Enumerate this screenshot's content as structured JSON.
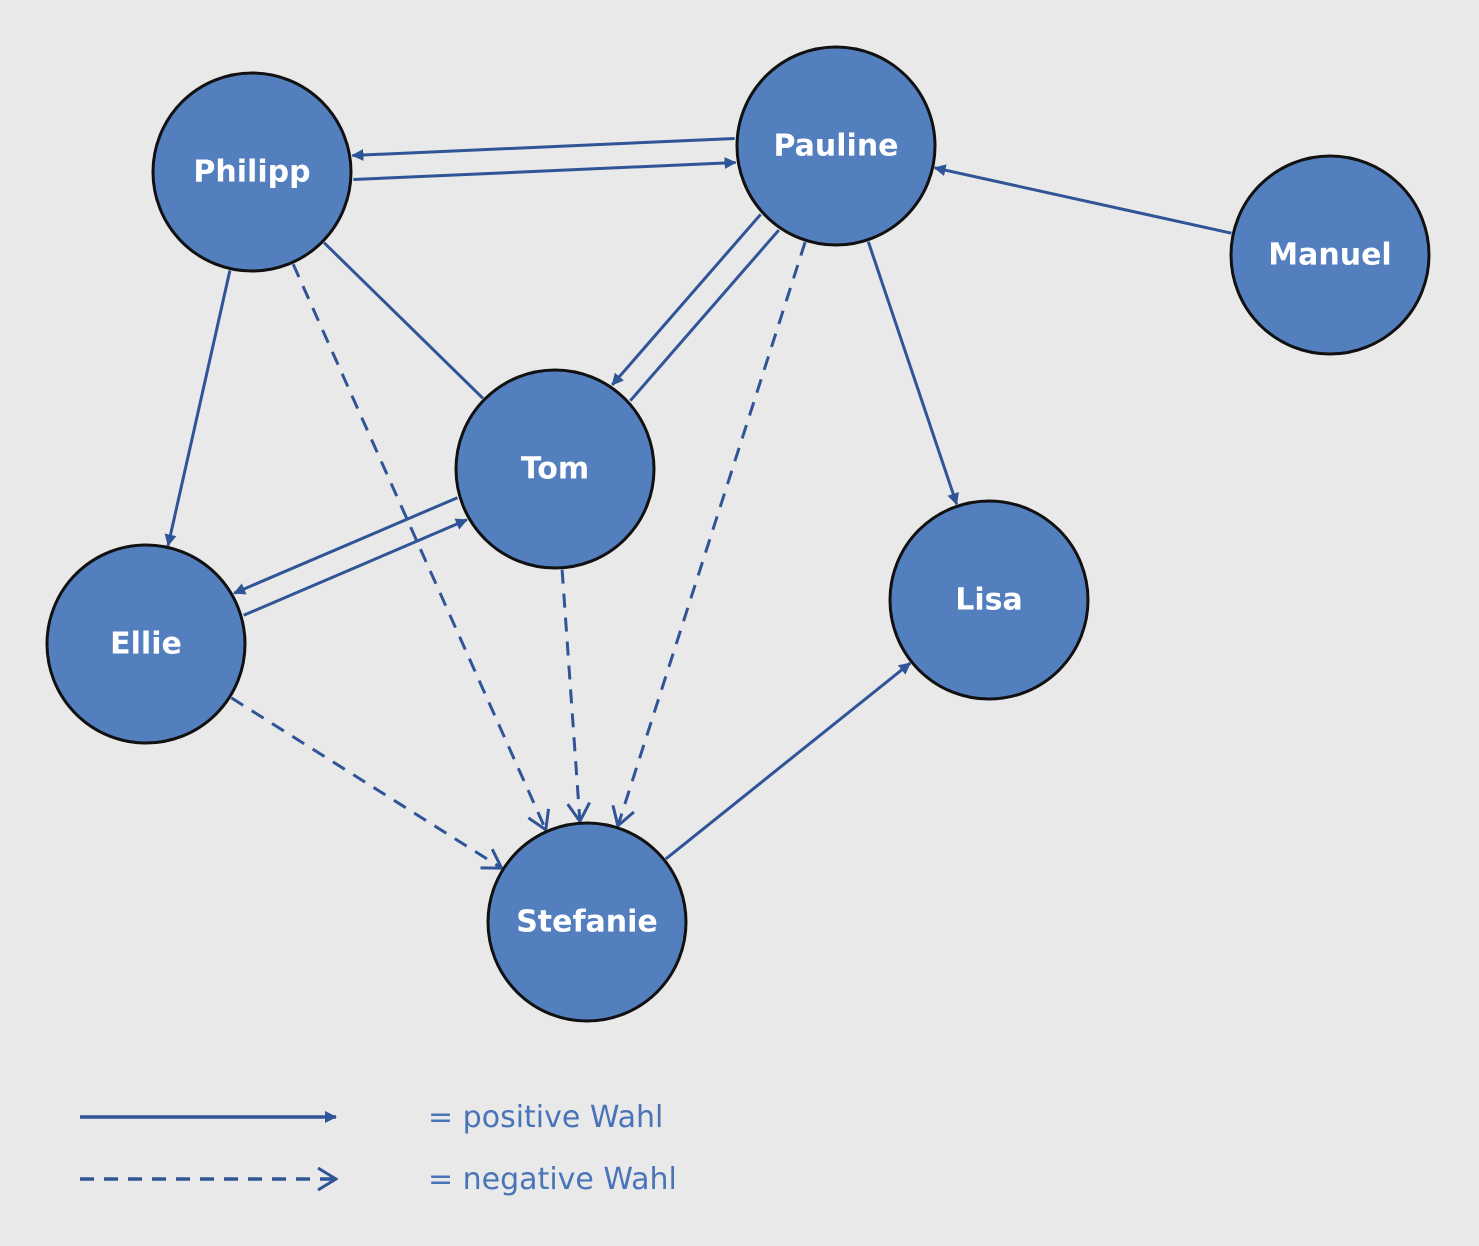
{
  "colors": {
    "background": "#e9e9ea",
    "node_fill": "#547fbf",
    "node_stroke": "#111111",
    "edge": "#2f5597",
    "legend_text": "#4a74b8",
    "label": "#ffffff"
  },
  "nodes": [
    {
      "id": "philipp",
      "label": "Philipp"
    },
    {
      "id": "pauline",
      "label": "Pauline"
    },
    {
      "id": "manuel",
      "label": "Manuel"
    },
    {
      "id": "tom",
      "label": "Tom"
    },
    {
      "id": "lisa",
      "label": "Lisa"
    },
    {
      "id": "ellie",
      "label": "Ellie"
    },
    {
      "id": "stefanie",
      "label": "Stefanie"
    }
  ],
  "edges": [
    {
      "from": "philipp",
      "to": "pauline",
      "type": "positive"
    },
    {
      "from": "pauline",
      "to": "philipp",
      "type": "positive"
    },
    {
      "from": "manuel",
      "to": "pauline",
      "type": "positive"
    },
    {
      "from": "pauline",
      "to": "tom",
      "type": "positive"
    },
    {
      "from": "tom",
      "to": "pauline",
      "type": "positive",
      "arrow": false
    },
    {
      "from": "philipp",
      "to": "tom",
      "type": "positive",
      "arrow": false
    },
    {
      "from": "pauline",
      "to": "lisa",
      "type": "positive"
    },
    {
      "from": "philipp",
      "to": "ellie",
      "type": "positive"
    },
    {
      "from": "tom",
      "to": "ellie",
      "type": "positive"
    },
    {
      "from": "ellie",
      "to": "tom",
      "type": "positive"
    },
    {
      "from": "stefanie",
      "to": "lisa",
      "type": "positive"
    },
    {
      "from": "philipp",
      "to": "stefanie",
      "type": "negative"
    },
    {
      "from": "tom",
      "to": "stefanie",
      "type": "negative"
    },
    {
      "from": "pauline",
      "to": "stefanie",
      "type": "negative"
    },
    {
      "from": "ellie",
      "to": "stefanie",
      "type": "negative"
    }
  ],
  "legend": {
    "positive_label": "= positive Wahl",
    "negative_label": "= negative Wahl"
  }
}
